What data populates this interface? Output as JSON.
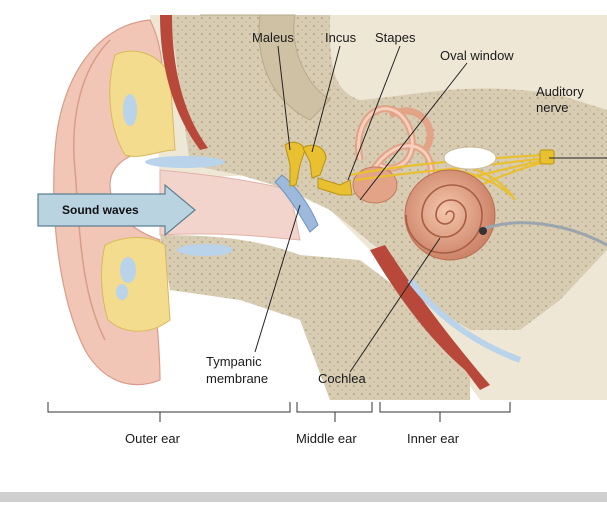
{
  "labels": {
    "malleus": "Maleus",
    "incus": "Incus",
    "stapes": "Stapes",
    "oval_window": "Oval window",
    "auditory_nerve_line1": "Auditory",
    "auditory_nerve_line2": "nerve",
    "sound_waves": "Sound waves",
    "tympanic_line1": "Tympanic",
    "tympanic_line2": "membrane",
    "cochlea": "Cochlea"
  },
  "regions": {
    "outer_ear": "Outer ear",
    "middle_ear": "Middle ear",
    "inner_ear": "Inner ear"
  },
  "colors": {
    "bone": "#d9ccb4",
    "skin": "#f0c7bb",
    "cartilage": "#f3dc8e",
    "canal": "#f2d4cd",
    "muscle": "#b8493a",
    "cochlea": "#e2a387",
    "nerve": "#e9c030",
    "membrane": "#9db9dc",
    "arrow": "#b9d3e0",
    "separator": "#cfcfcf"
  }
}
